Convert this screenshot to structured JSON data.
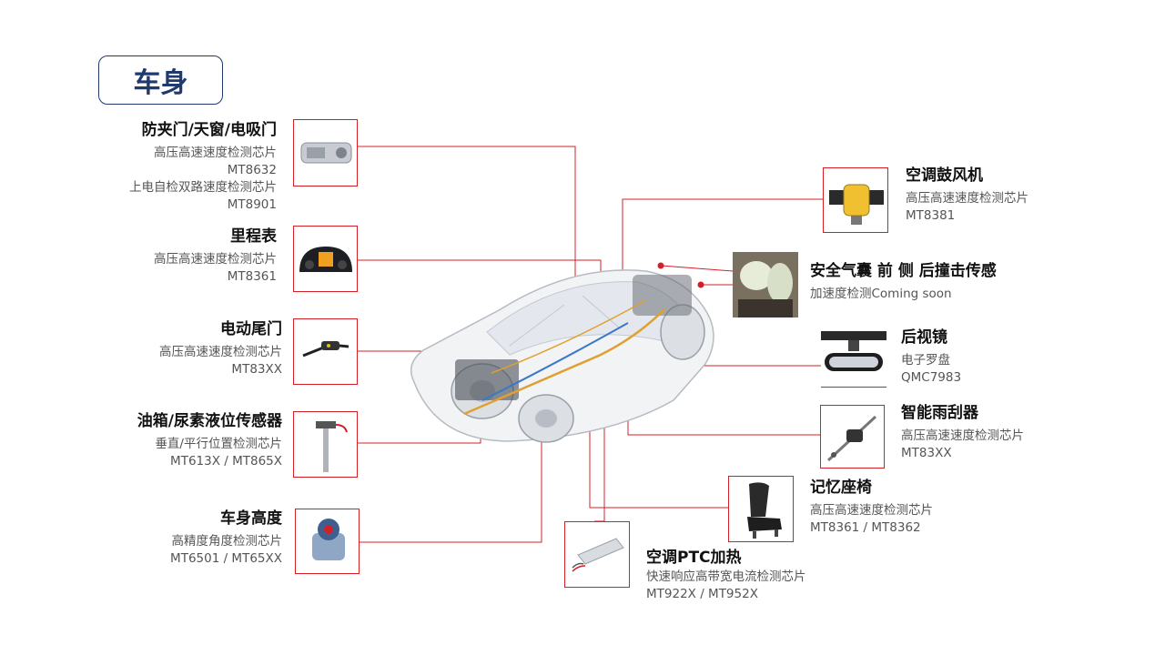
{
  "page_title": "车身",
  "items": {
    "anti_pinch": {
      "name": "防夹门/天窗/电吸门",
      "desc1": "高压高速速度检测芯片",
      "chip1": "MT8632",
      "desc2": "上电自检双路速度检测芯片",
      "chip2": "MT8901"
    },
    "odometer": {
      "name": "里程表",
      "desc": "高压高速速度检测芯片",
      "chip": "MT8361"
    },
    "tailgate": {
      "name": "电动尾门",
      "desc": "高压高速速度检测芯片",
      "chip": "MT83XX"
    },
    "tank": {
      "name": "油箱/尿素液位传感器",
      "desc": "垂直/平行位置检测芯片",
      "chip": "MT613X / MT865X"
    },
    "height": {
      "name": "车身高度",
      "desc": "高精度角度检测芯片",
      "chip": "MT6501 / MT65XX"
    },
    "blower": {
      "name": "空调鼓风机",
      "desc": "高压高速速度检测芯片",
      "chip": "MT8381"
    },
    "airbag": {
      "name": "安全气囊 前 侧 后撞击传感",
      "desc": "加速度检测Coming soon"
    },
    "mirror": {
      "name": "后视镜",
      "desc": "电子罗盘",
      "chip": "QMC7983"
    },
    "wiper": {
      "name": "智能雨刮器",
      "desc": "高压高速速度检测芯片",
      "chip": "MT83XX"
    },
    "seat": {
      "name": "记忆座椅",
      "desc": "高压高速速度检测芯片",
      "chip": "MT8361 / MT8362"
    },
    "ptc": {
      "name": "空调PTC加热",
      "desc": "快速响应高带宽电流检测芯片",
      "chip": "MT922X / MT952X"
    }
  },
  "colors": {
    "accent": "#d32027",
    "title": "#1f3a6e"
  }
}
